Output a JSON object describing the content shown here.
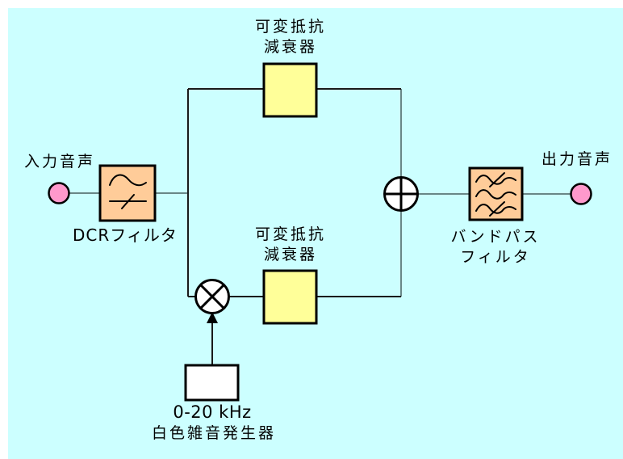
{
  "diagram": {
    "colors": {
      "canvas_background": "#CCFFFF",
      "attenuator_fill": "#FFFF99",
      "filter_fill": "#FFCC99",
      "terminal_fill": "#FF99CC",
      "noise_box_fill": "#FFFFFF",
      "wire_gray": "#698787",
      "wire_black": "#1A1A1A",
      "outline_black": "#000000"
    },
    "nodes": {
      "input_terminal": {
        "label": "入力音声"
      },
      "dcr_filter": {
        "label": "DCRフィルタ"
      },
      "attenuator_top": {
        "label_line1": "可変抵抗",
        "label_line2": "減衰器"
      },
      "attenuator_bottom": {
        "label_line1": "可変抵抗",
        "label_line2": "減衰器"
      },
      "multiplier": {
        "symbol": "multiply-in-circle"
      },
      "adder": {
        "symbol": "plus-in-circle"
      },
      "bandpass_filter": {
        "label_line1": "バンドパス",
        "label_line2": "フィルタ"
      },
      "noise_generator": {
        "label_line1": "0-20 kHz",
        "label_line2": "白色雑音発生器"
      },
      "output_terminal": {
        "label": "出力音声"
      }
    }
  }
}
